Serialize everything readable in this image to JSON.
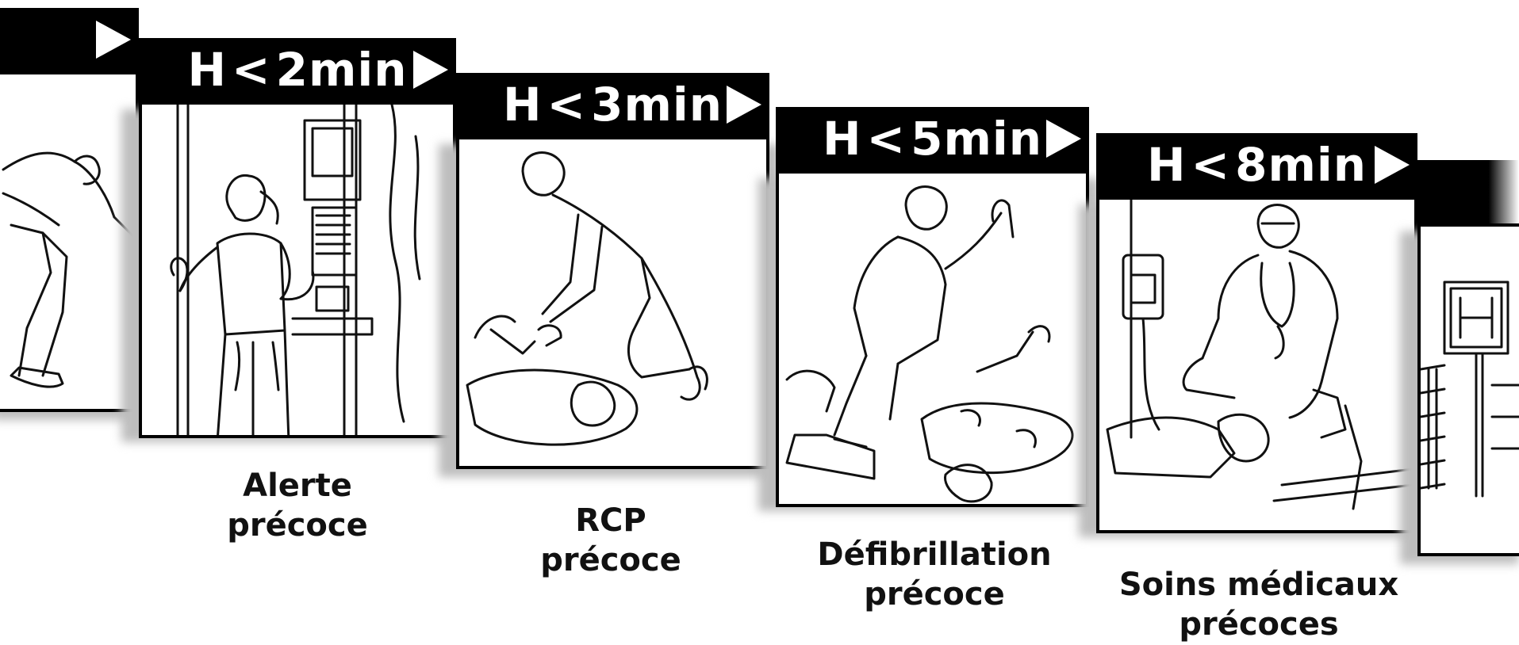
{
  "steps": [
    {
      "time": "H",
      "op": "<",
      "minutes": "2min",
      "caption_line1": "Alerte",
      "caption_line2": "précoce",
      "illustration": "phone-call"
    },
    {
      "time": "H",
      "op": "<",
      "minutes": "3min",
      "caption_line1": "RCP",
      "caption_line2": "précoce",
      "illustration": "cpr"
    },
    {
      "time": "H",
      "op": "<",
      "minutes": "5min",
      "caption_line1": "Défibrillation",
      "caption_line2": "précoce",
      "illustration": "defibrillation"
    },
    {
      "time": "H",
      "op": "<",
      "minutes": "8min",
      "caption_line1": "Soins médicaux",
      "caption_line2": "précoces",
      "illustration": "medical-care"
    }
  ],
  "edge_panels": {
    "left": "collapse",
    "right": "hospital-sign"
  },
  "hospital_sign_letter": "H"
}
